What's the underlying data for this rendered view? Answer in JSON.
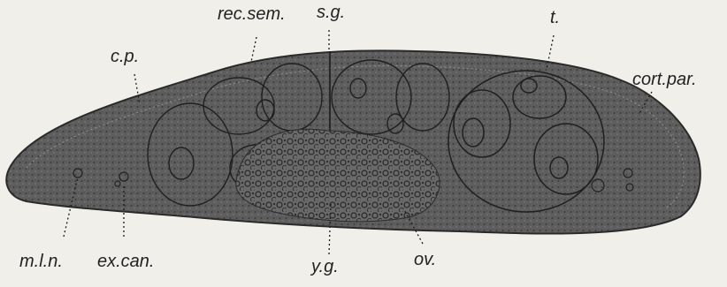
{
  "figure": {
    "labels": {
      "rec_sem": "rec.sem.",
      "s_g": "s.g.",
      "t": "t.",
      "c_p": "c.p.",
      "cort_par": "cort.par.",
      "m_l_n": "m.l.n.",
      "ex_can": "ex.can.",
      "y_g": "y.g.",
      "ov": "ov."
    }
  }
}
